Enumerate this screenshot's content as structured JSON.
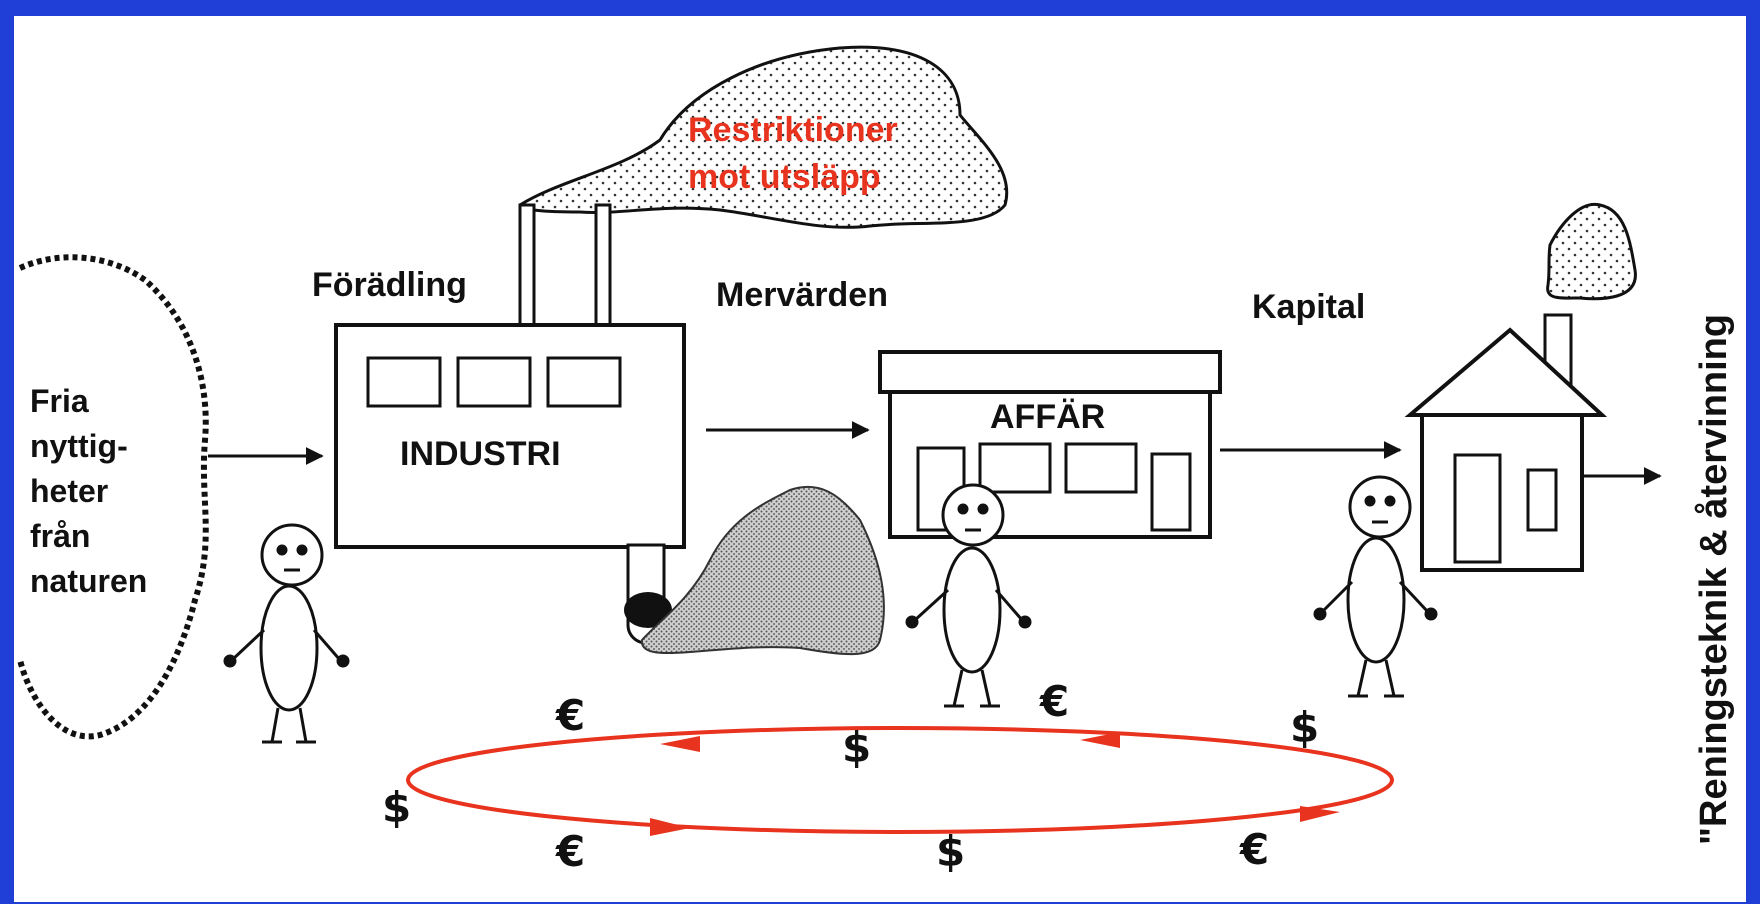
{
  "labels": {
    "fria_line1": "Fria",
    "fria_line2": "nyttig-",
    "fria_line3": "heter",
    "fria_line4": "från",
    "fria_line5": "naturen",
    "foradling": "Förädling",
    "industri": "INDUSTRI",
    "restriktioner_line1": "Restriktioner",
    "restriktioner_line2": "mot utsläpp",
    "mervarden": "Mervärden",
    "affar": "AFFÄR",
    "kapital": "Kapital",
    "vertical": "\"Reningsteknik & återvinning"
  },
  "currency": {
    "euro": "€",
    "dollar": "$"
  },
  "colors": {
    "frame": "#1f3fd6",
    "money_cycle": "#e8331e",
    "restriction_text": "#e8331e",
    "ink": "#111111"
  }
}
